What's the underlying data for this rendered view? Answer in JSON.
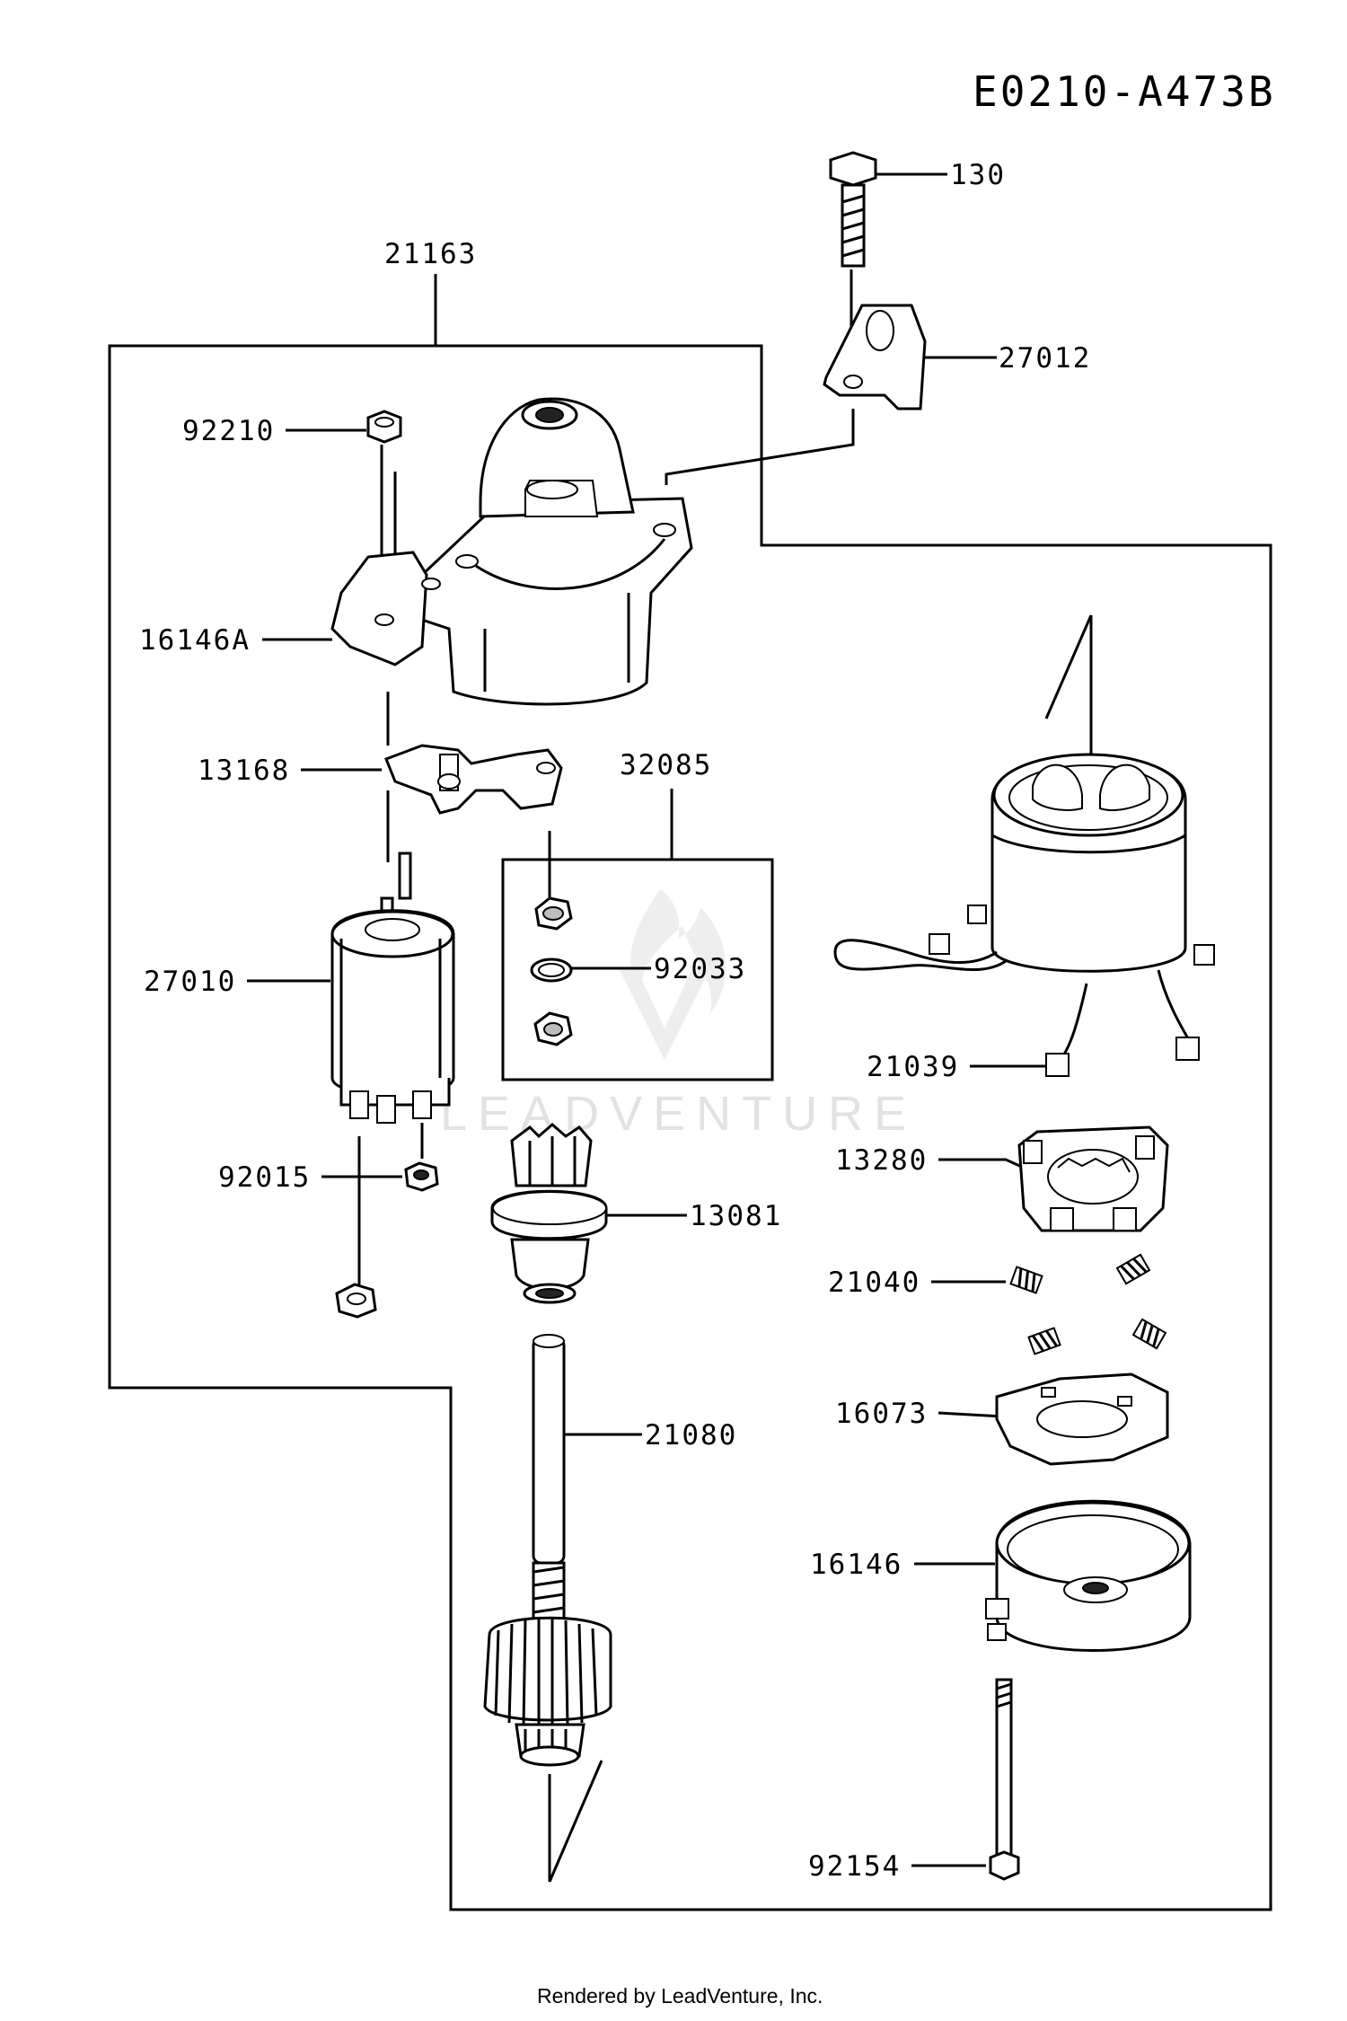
{
  "diagram_code": "E0210-A473B",
  "footer": "Rendered by LeadVenture, Inc.",
  "watermark": "LEADVENTURE",
  "callouts": {
    "p130": "130",
    "p21163": "21163",
    "p27012": "27012",
    "p92210": "92210",
    "p16146A": "16146A",
    "p13168": "13168",
    "p32085": "32085",
    "p27010": "27010",
    "p92033": "92033",
    "p21039": "21039",
    "p13280": "13280",
    "p92015": "92015",
    "p13081": "13081",
    "p21040": "21040",
    "p16073": "16073",
    "p21080": "21080",
    "p16146": "16146",
    "p92154": "92154"
  }
}
